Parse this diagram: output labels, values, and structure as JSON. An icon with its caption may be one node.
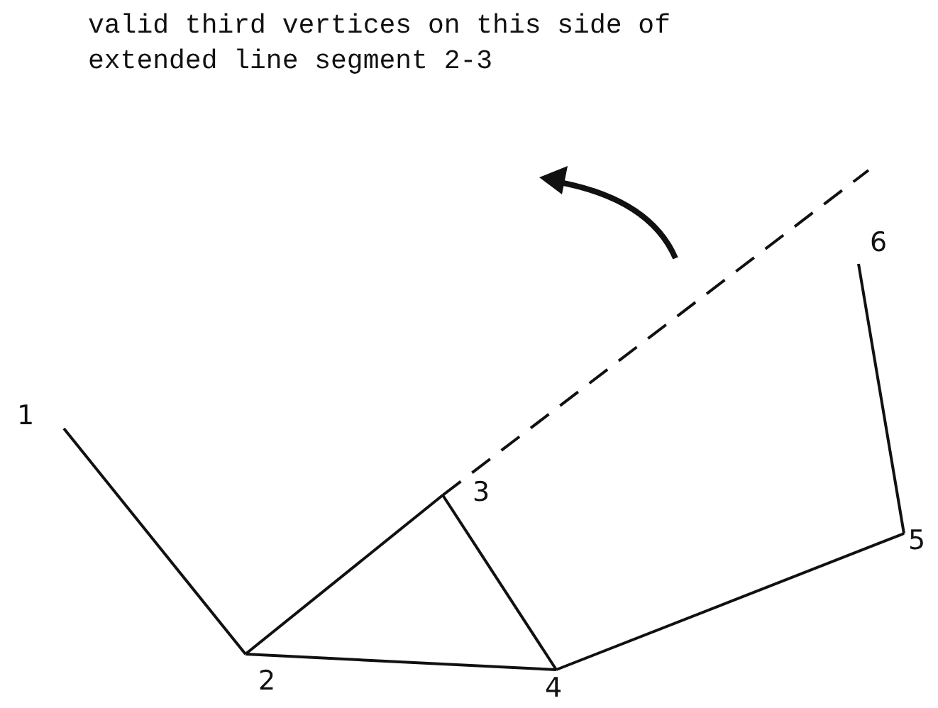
{
  "diagram": {
    "nodes": [
      {
        "text": [
          "1"
        ]
      },
      {
        "text": [
          "2"
        ]
      },
      {
        "text": [
          "3"
        ]
      },
      {
        "text": [
          "4"
        ]
      },
      {
        "text": [
          "5"
        ]
      },
      {
        "text": [
          "6"
        ]
      }
    ],
    "edges": [
      {
        "from": 0,
        "to": 1,
        "arrow": "none"
      },
      {
        "from": 1,
        "to": 2,
        "arrow": "none"
      },
      {
        "from": 1,
        "to": 3,
        "arrow": "none"
      },
      {
        "from": 2,
        "to": 3,
        "arrow": "none"
      },
      {
        "from": 3,
        "to": 4,
        "arrow": "none"
      },
      {
        "from": 4,
        "to": 5,
        "arrow": "none"
      },
      {
        "from": 2,
        "to": null,
        "arrow": "none",
        "style": "dashed"
      }
    ],
    "labels": [
      "valid third vertices on this side of extended line segment 2-3"
    ]
  }
}
